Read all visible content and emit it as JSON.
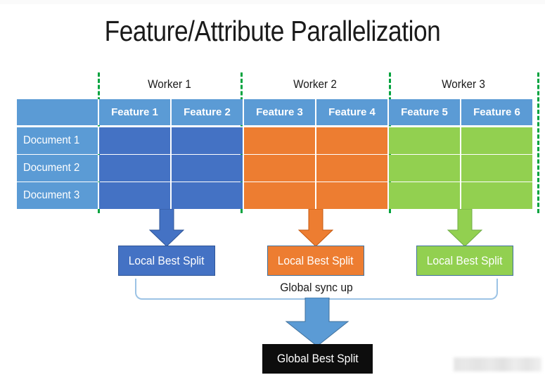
{
  "slide": {
    "title": "Feature/Attribute Parallelization",
    "background_color": "#ffffff"
  },
  "colors": {
    "header_blue": "#5b9bd5",
    "worker1_blue": "#4472c4",
    "worker2_orange": "#ed7d31",
    "worker3_green": "#92d050",
    "divider_green": "#00a33e",
    "bracket_blue": "#9cc3e5",
    "global_box_black": "#0d0d0d",
    "text_white": "#ffffff",
    "text_dark": "#1a1a1a"
  },
  "workers": [
    {
      "label": "Worker 1",
      "color": "#4472c4"
    },
    {
      "label": "Worker 2",
      "color": "#ed7d31"
    },
    {
      "label": "Worker 3",
      "color": "#92d050"
    }
  ],
  "table": {
    "corner_label": "",
    "feature_headers": [
      "Feature 1",
      "Feature 2",
      "Feature 3",
      "Feature 4",
      "Feature 5",
      "Feature 6"
    ],
    "document_rows": [
      {
        "label": "Document 1"
      },
      {
        "label": "Document 2"
      },
      {
        "label": "Document 3"
      }
    ]
  },
  "local_splits": [
    {
      "label": "Local Best Split",
      "color": "#4472c4"
    },
    {
      "label": "Local Best Split",
      "color": "#ed7d31"
    },
    {
      "label": "Local Best Split",
      "color": "#92d050"
    }
  ],
  "sync": {
    "label": "Global sync up"
  },
  "global_split": {
    "label": "Global Best Split",
    "color": "#0d0d0d"
  },
  "watermark": {
    "label": ""
  }
}
